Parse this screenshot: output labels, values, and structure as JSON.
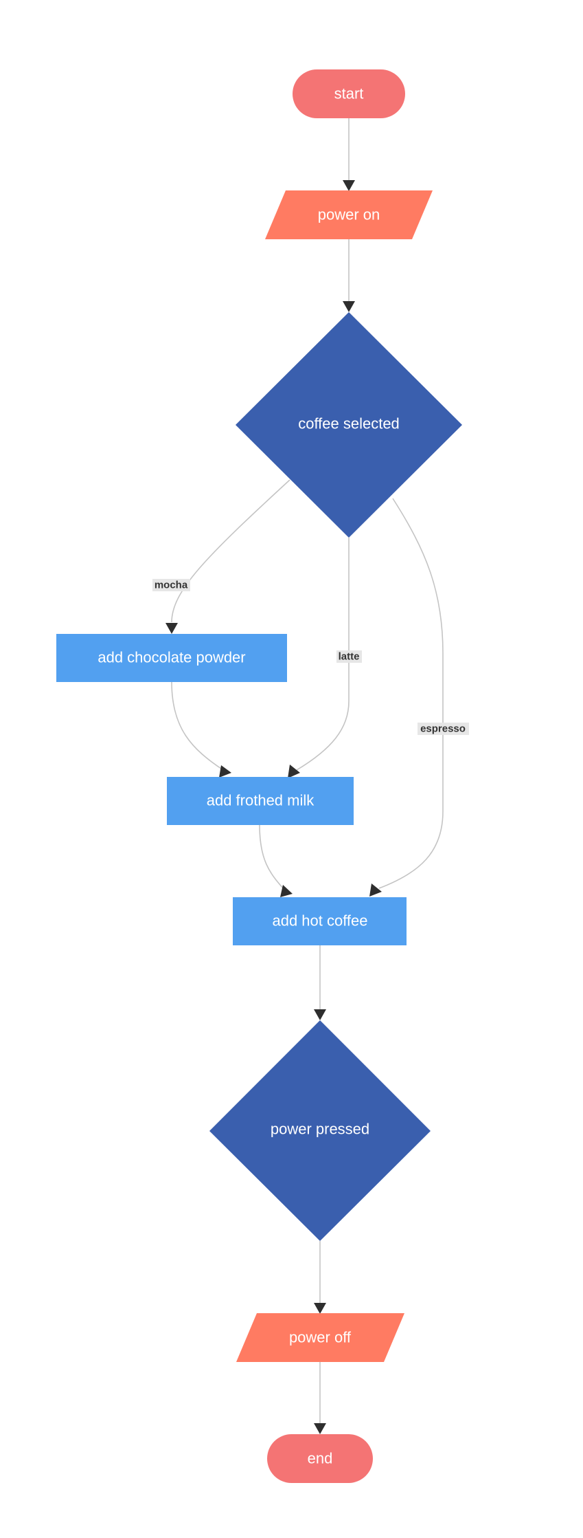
{
  "colors": {
    "terminal": "#f47474",
    "io": "#ff7b62",
    "decision": "#3a5fae",
    "process": "#52a0f0",
    "edge": "#c4c4c4",
    "arrow": "#2e2e2e",
    "label_bg": "#e6e6e6",
    "node_text": "#ffffff"
  },
  "nodes": {
    "start": "start",
    "power_on": "power on",
    "coffee_selected": "coffee selected",
    "add_chocolate_powder": "add chocolate powder",
    "add_frothed_milk": "add frothed milk",
    "add_hot_coffee": "add hot coffee",
    "power_pressed": "power pressed",
    "power_off": "power off",
    "end": "end"
  },
  "edges": {
    "mocha": "mocha",
    "latte": "latte",
    "espresso": "espresso"
  }
}
